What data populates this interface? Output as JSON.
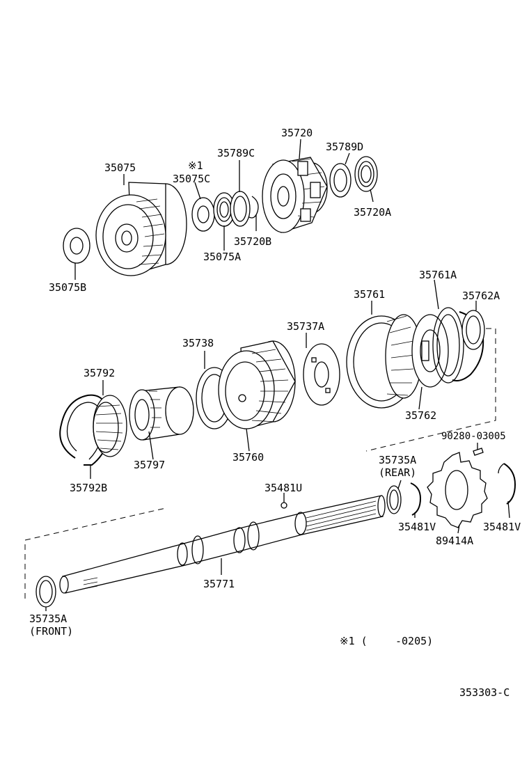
{
  "labels": {
    "p35720": "35720",
    "p35789C": "35789C",
    "p35789D": "35789D",
    "p35075": "35075",
    "mark_note": "※1",
    "p35075C": "35075C",
    "p35720A": "35720A",
    "p35720B": "35720B",
    "p35075A": "35075A",
    "p35075B": "35075B",
    "p35761A": "35761A",
    "p35761": "35761",
    "p35762A": "35762A",
    "p35737A": "35737A",
    "p35738": "35738",
    "p35792": "35792",
    "p35762": "35762",
    "p90280": "90280-03005",
    "p35797": "35797",
    "p35760": "35760",
    "p35735A_rear": "35735A",
    "rear": "(REAR)",
    "p35792B": "35792B",
    "p35481U": "35481U",
    "p35481V_left": "35481V",
    "p35481V_right": "35481V",
    "p89414A": "89414A",
    "p35771": "35771",
    "p35735A_front": "35735A",
    "front": "(FRONT)",
    "footnote_mark": "※1 (",
    "footnote_range": "-0205)",
    "figure_id": "353303-C"
  },
  "icons": {
    "note_mark": "reference-mark-icon"
  }
}
